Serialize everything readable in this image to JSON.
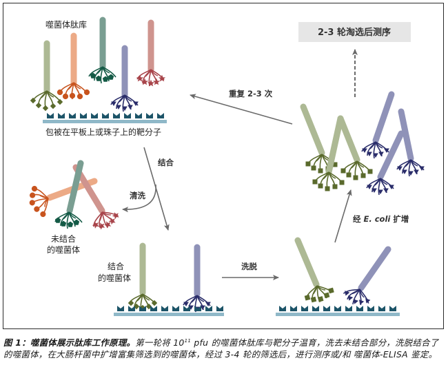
{
  "figure": {
    "labels": {
      "library": "噬菌体肽库",
      "target_coated": "包被在平板上或珠子上的靶分子",
      "repeat": "重复 2-3 次",
      "sequencing_box": "2-3 轮淘选后测序",
      "binding": "结合",
      "wash": "清洗",
      "unbound_line1": "未结合",
      "unbound_line2": "的噬菌体",
      "bound_line1": "结合",
      "bound_line2": "的噬菌体",
      "elution": "洗脱",
      "amplify_prefix": "经 ",
      "amplify_organism": "E. coli",
      "amplify_suffix": " 扩增"
    },
    "colors": {
      "phage_green": "#adb994",
      "tip_green": "#5a6a2c",
      "phage_salmon": "#ecaa86",
      "tip_orange": "#c8541e",
      "phage_teal": "#7a9e92",
      "tip_teal": "#145a46",
      "phage_lavender": "#8f92b8",
      "tip_navy": "#2a2d6a",
      "phage_rose": "#cf948e",
      "tip_red": "#a8444a",
      "plate": "#8fb8c8",
      "target": "#1c5468",
      "arrow": "#6a6a6a",
      "box_bg": "#e6e6e6"
    }
  },
  "caption": {
    "title": "图 1：噬菌体展示肽库工作原理。",
    "body_part1": "第一轮将 10",
    "superscript": "11",
    "body_part2": " pfu 的噬菌体肽库与靶分子温育，洗去未结合部分，洗脱结合了的噬菌体，在大肠杆菌中扩增富集筛选到的噬菌体，经过 3-4 轮的筛选后，进行测序或/和 噬菌体-ELISA 鉴定。"
  }
}
